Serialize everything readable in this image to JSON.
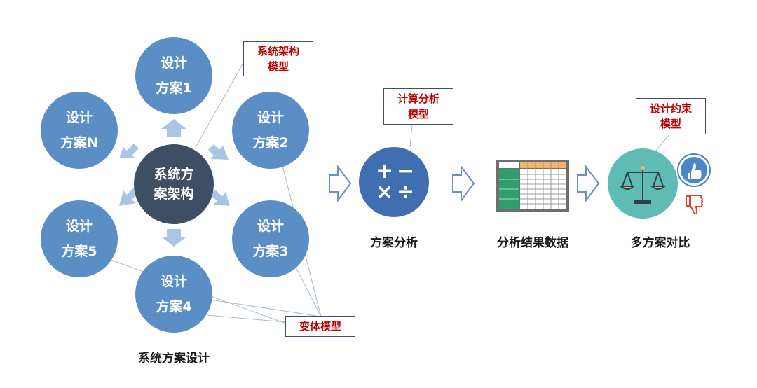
{
  "design_schemes": [
    {
      "line1": "设计",
      "line2": "方案1"
    },
    {
      "line1": "设计",
      "line2": "方案2"
    },
    {
      "line1": "设计",
      "line2": "方案3"
    },
    {
      "line1": "设计",
      "line2": "方案4"
    },
    {
      "line1": "设计",
      "line2": "方案5"
    },
    {
      "line1": "设计",
      "line2": "方案N"
    }
  ],
  "core": {
    "line1": "系统方",
    "line2": "案架构"
  },
  "callouts": {
    "system_arch": {
      "line1": "系统架构",
      "line2": "模型"
    },
    "calc_analysis": {
      "line1": "计算分析",
      "line2": "模型"
    },
    "design_constraint": {
      "line1": "设计约束",
      "line2": "模型"
    },
    "variant": {
      "line1": "变体模型"
    }
  },
  "captions": {
    "system_design": "系统方案设计",
    "analysis": "方案分析",
    "result_data": "分析结果数据",
    "comparison": "多方案对比"
  },
  "analysis_icon": {
    "plus": "+",
    "minus": "−",
    "times": "×",
    "divide": "÷"
  },
  "colors": {
    "design_circle": "#5b8ec4",
    "core_circle": "#3f4f63",
    "callout_text": "#c00000",
    "arrow": "#a9c4e4",
    "flow_arrow_stroke": "#6b8fbf",
    "table_header": "#f2b36a",
    "table_green": "#2e9e6e",
    "scale_circle": "#5fbcb4",
    "thumb_up": "#4a86c8",
    "thumb_down": "#e04030"
  }
}
